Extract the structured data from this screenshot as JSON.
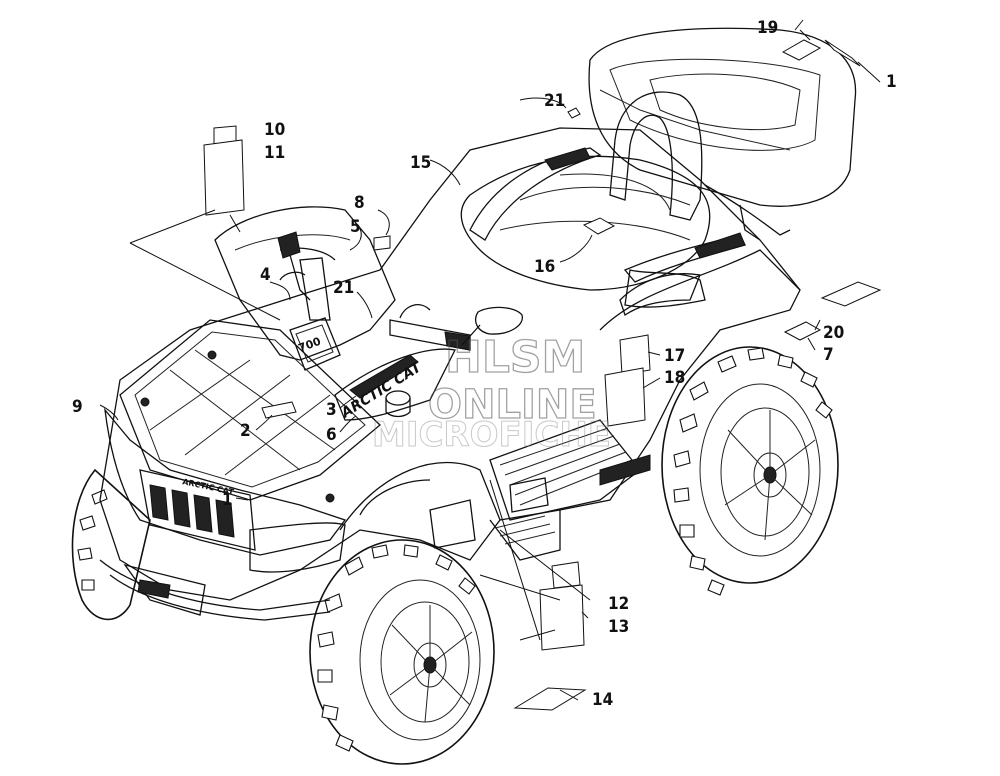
{
  "callouts": {
    "c1a": "1",
    "c1b": "1",
    "c2": "2",
    "c3": "3",
    "c4": "4",
    "c5": "5",
    "c6": "6",
    "c7": "7",
    "c8": "8",
    "c9": "9",
    "c10": "10",
    "c11": "11",
    "c12": "12",
    "c13": "13",
    "c14": "14",
    "c15": "15",
    "c16": "16",
    "c17": "17",
    "c18": "18",
    "c19": "19",
    "c20": "20",
    "c21a": "21",
    "c21b": "21"
  },
  "watermark": {
    "line1": "HLSM",
    "line2": "ONLINE",
    "line3": "MICROFICHE"
  },
  "decals": {
    "gauge_text": "700",
    "brand_small": "ARCTIC CAT",
    "brand_side": "ARCTIC CAT"
  }
}
